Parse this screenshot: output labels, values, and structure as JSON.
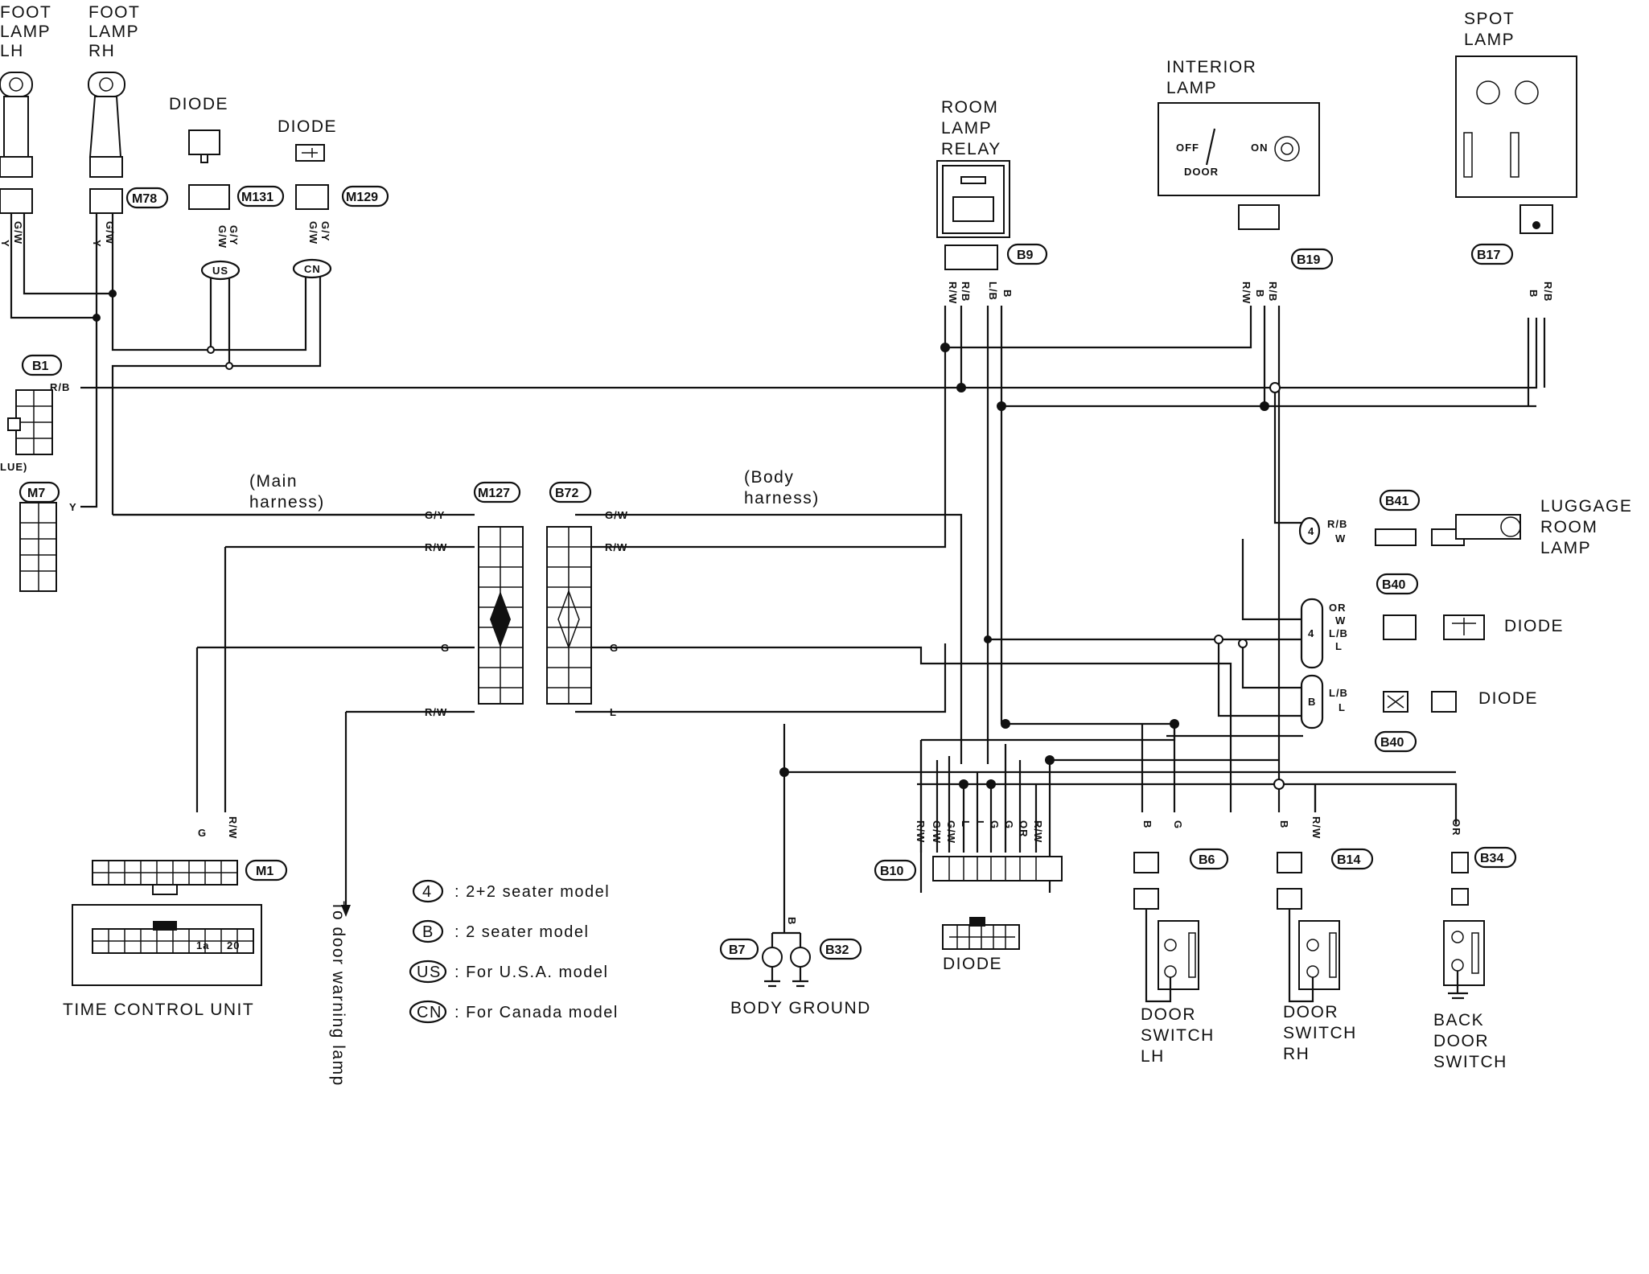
{
  "components": {
    "foot_lamp_lh": [
      "FOOT",
      "LAMP",
      "LH"
    ],
    "foot_lamp_rh": [
      "FOOT",
      "LAMP",
      "RH"
    ],
    "diode_m131": "DIODE",
    "diode_m129": "DIODE",
    "room_lamp_relay": [
      "ROOM",
      "LAMP",
      "RELAY"
    ],
    "interior_lamp": [
      "INTERIOR",
      "LAMP"
    ],
    "interior_switch": {
      "off": "OFF",
      "door": "DOOR",
      "on": "ON"
    },
    "spot_lamp": [
      "SPOT",
      "LAMP"
    ],
    "luggage_room_lamp": [
      "LUGGAGE",
      "ROOM",
      "LAMP"
    ],
    "diode_b40_top": "DIODE",
    "diode_b40_bottom": "DIODE",
    "diode_b10": "DIODE",
    "time_control_unit": "TIME CONTROL UNIT",
    "tcu_pins": {
      "a": "1a",
      "b": "20"
    },
    "body_ground": "BODY GROUND",
    "door_switch_lh": [
      "DOOR",
      "SWITCH",
      "LH"
    ],
    "door_switch_rh": [
      "DOOR",
      "SWITCH",
      "RH"
    ],
    "back_door_switch": [
      "BACK",
      "DOOR",
      "SWITCH"
    ],
    "b1_note": "LUE)"
  },
  "connectors": {
    "m78": "M78",
    "m131": "M131",
    "m129": "M129",
    "b9": "B9",
    "b19": "B19",
    "b17": "B17",
    "b1": "B1",
    "m7": "M7",
    "m127": "M127",
    "b72": "B72",
    "b41": "B41",
    "b40a": "B40",
    "b40b": "B40",
    "m1": "M1",
    "b10": "B10",
    "b6": "B6",
    "b14": "B14",
    "b34": "B34",
    "b7": "B7",
    "b32": "B32"
  },
  "harness": {
    "main": [
      "(Main",
      "harness)"
    ],
    "body": [
      "(Body",
      "harness)"
    ]
  },
  "wires": {
    "gw": "G/W",
    "y": "Y",
    "gy": "G/Y",
    "rb": "R/B",
    "rw": "R/W",
    "lb": "L/B",
    "b": "B",
    "g": "G",
    "l": "L",
    "or": "OR",
    "w": "W"
  },
  "options": {
    "us": "US",
    "cn": "CN",
    "four": "4",
    "bee": "B"
  },
  "note_arrow": "To door warning lamp",
  "legend": [
    {
      "sym": "4",
      "text": ": 2+2 seater model"
    },
    {
      "sym": "B",
      "text": ": 2 seater model"
    },
    {
      "sym": "US",
      "text": ": For U.S.A. model"
    },
    {
      "sym": "CN",
      "text": ": For Canada model"
    }
  ]
}
